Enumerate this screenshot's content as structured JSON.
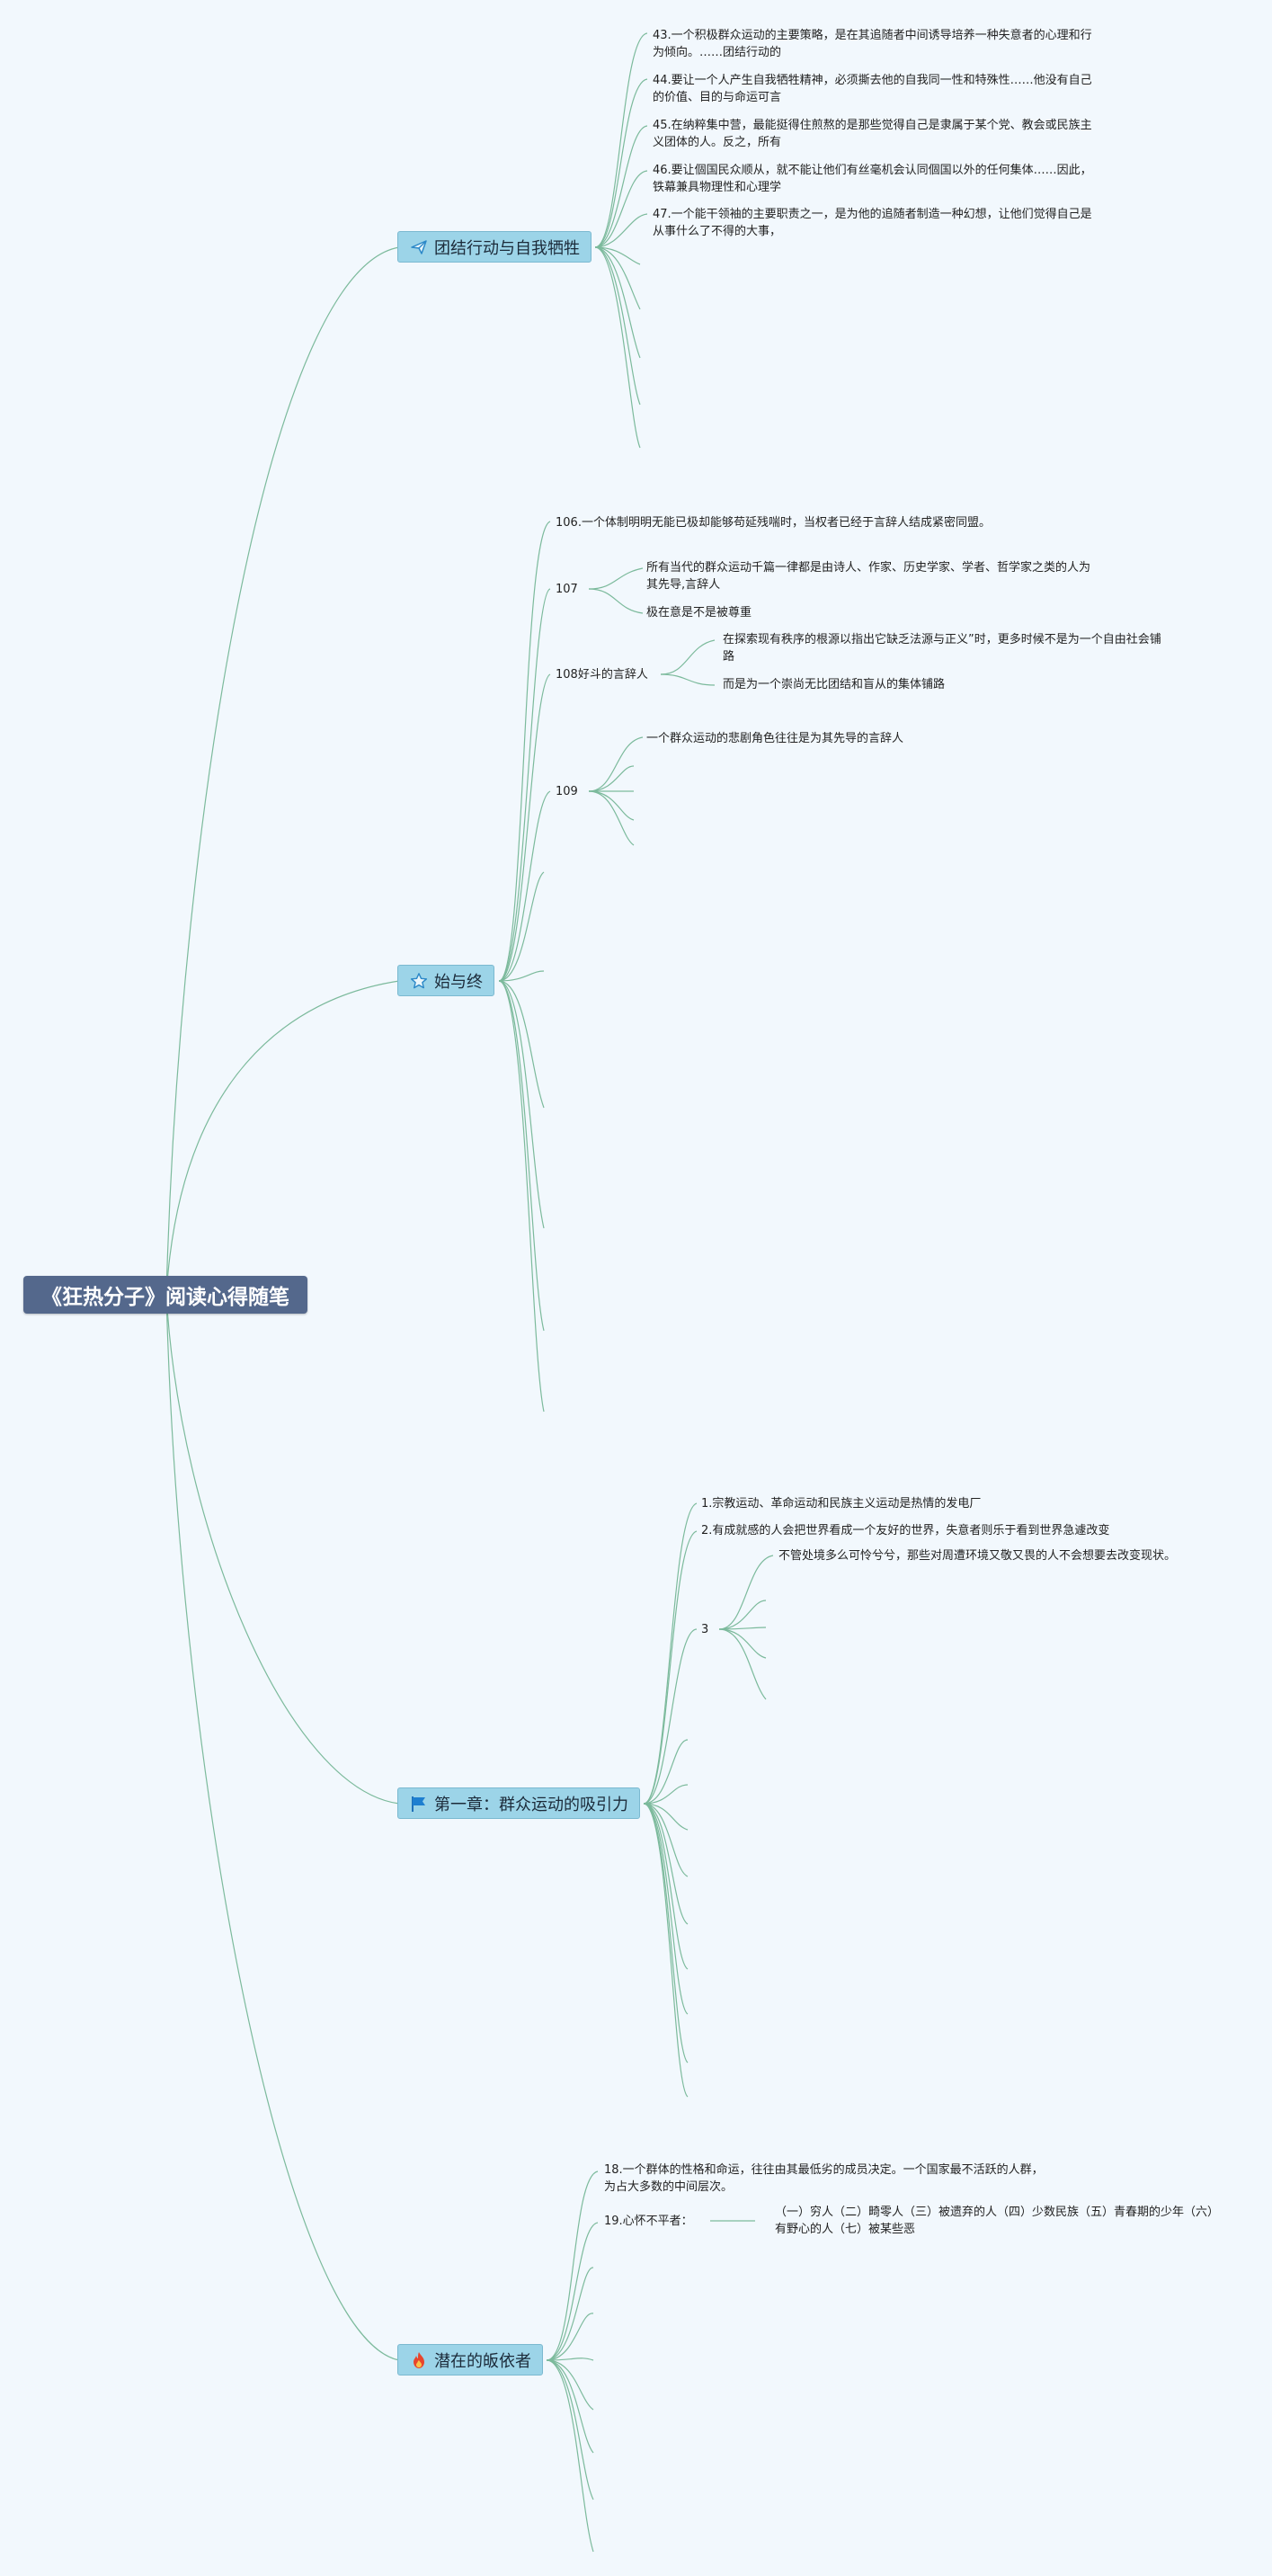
{
  "root": {
    "title": "《狂热分子》阅读心得随笔"
  },
  "topics": {
    "t1": {
      "label": "团结行动与自我牺牲",
      "icon": "paper-plane-icon"
    },
    "t2": {
      "label": "始与终",
      "icon": "star-icon"
    },
    "t3": {
      "label": "第一章：群众运动的吸引力",
      "icon": "flag-icon"
    },
    "t4": {
      "label": "潜在的皈依者",
      "icon": "fire-icon"
    }
  },
  "notes": {
    "n43": "43.一个积极群众运动的主要策略，是在其追随者中间诱导培养一种失意者的心理和行为倾向。……团结行动的",
    "n44": "44.要让一个人产生自我牺牲精神，必须撕去他的自我同一性和特殊性……他没有自己的价值、目的与命运可言",
    "n45": "45.在纳粹集中营，最能挺得住煎熬的是那些觉得自己是隶属于某个党、教会或民族主义团体的人。反之，所有",
    "n46": "46.要让個国民众顺从，就不能让他们有丝毫机会认同個国以外的任何集体……因此，铁幕兼具物理性和心理学",
    "n47": "47.一个能干领袖的主要职责之一，是为他的追随者制造一种幻想，让他们觉得自己是从事什么了不得的大事，",
    "n106": "106.一个体制明明无能已极却能够苟延残喘时，当权者已经于言辞人结成紧密同盟。",
    "n107": "107",
    "n107a": "所有当代的群众运动千篇一律都是由诗人、作家、历史学家、学者、哲学家之类的人为其先导,言辞人",
    "n107b": "极在意是不是被尊重",
    "n108": "108好斗的言辞人",
    "n108a": "在探索现有秩序的根源以指出它缺乏法源与正义”时，更多时候不是为一个自由社会铺路",
    "n108b": "而是为一个崇尚无比团结和盲从的集体铺路",
    "n109": "109",
    "n109a": "一个群众运动的悲剧角色往往是为其先导的言辞人",
    "c1": "1.宗教运动、革命运动和民族主义运动是热情的发电厂",
    "c2": "2.有成就感的人会把世界看成一个友好的世界，失意者则乐于看到世界急遽改变",
    "c3": "3",
    "c3a": "不管处境多么可怜兮兮，那些对周遭环境又敬又畏的人不会想要去改变现状。",
    "p18": "18.一个群体的性格和命运，往往由其最低劣的成员决定。一个国家最不活跃的人群，为占大多数的中间层次。",
    "p19": "19.心怀不平者：",
    "p19a": "（一）穷人（二）畸零人（三）被遗弃的人（四）少数民族（五）青春期的少年（六）有野心的人（七）被某些恶"
  },
  "colors": {
    "link": "#7cba9c",
    "root_bg": "#54688c",
    "topic_bg": "#9cd4e8",
    "page_bg": "#f2f8fd"
  }
}
